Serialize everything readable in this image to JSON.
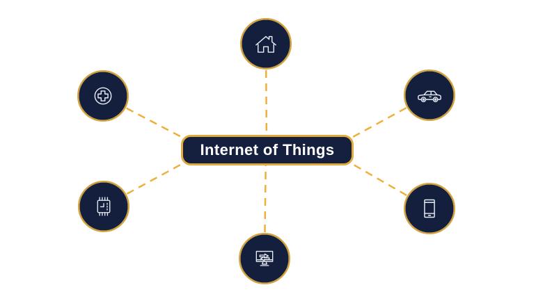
{
  "diagram": {
    "title": "Internet of Things",
    "type": "hub-and-spoke",
    "hub": {
      "label": "Internet of Things",
      "shape": "rounded-rectangle"
    },
    "nodes": [
      {
        "id": "smart-home",
        "icon": "home-icon",
        "position": "top-center"
      },
      {
        "id": "healthcare",
        "icon": "medical-cross-icon",
        "position": "top-left"
      },
      {
        "id": "connected-car",
        "icon": "car-icon",
        "position": "top-right"
      },
      {
        "id": "microchip",
        "icon": "microchip-icon",
        "position": "bottom-left"
      },
      {
        "id": "mobile-device",
        "icon": "tablet-icon",
        "position": "bottom-right"
      },
      {
        "id": "data-transfer",
        "icon": "monitor-transfer-icon",
        "position": "bottom-center"
      }
    ],
    "connections": [
      {
        "from": "hub",
        "to": "smart-home",
        "style": "dashed"
      },
      {
        "from": "hub",
        "to": "healthcare",
        "style": "dashed"
      },
      {
        "from": "hub",
        "to": "connected-car",
        "style": "dashed"
      },
      {
        "from": "hub",
        "to": "microchip",
        "style": "dashed"
      },
      {
        "from": "hub",
        "to": "mobile-device",
        "style": "dashed"
      },
      {
        "from": "hub",
        "to": "data-transfer",
        "style": "dashed"
      }
    ],
    "colors": {
      "background": "#FFFFFF",
      "node_fill": "#131F3D",
      "node_ring": "#D7A33B",
      "hub_fill": "#14203E",
      "hub_border": "#E3A93C",
      "connector": "#EDB03D",
      "icon_stroke": "#E9EDF5",
      "title_text": "#FFFFFF"
    }
  }
}
